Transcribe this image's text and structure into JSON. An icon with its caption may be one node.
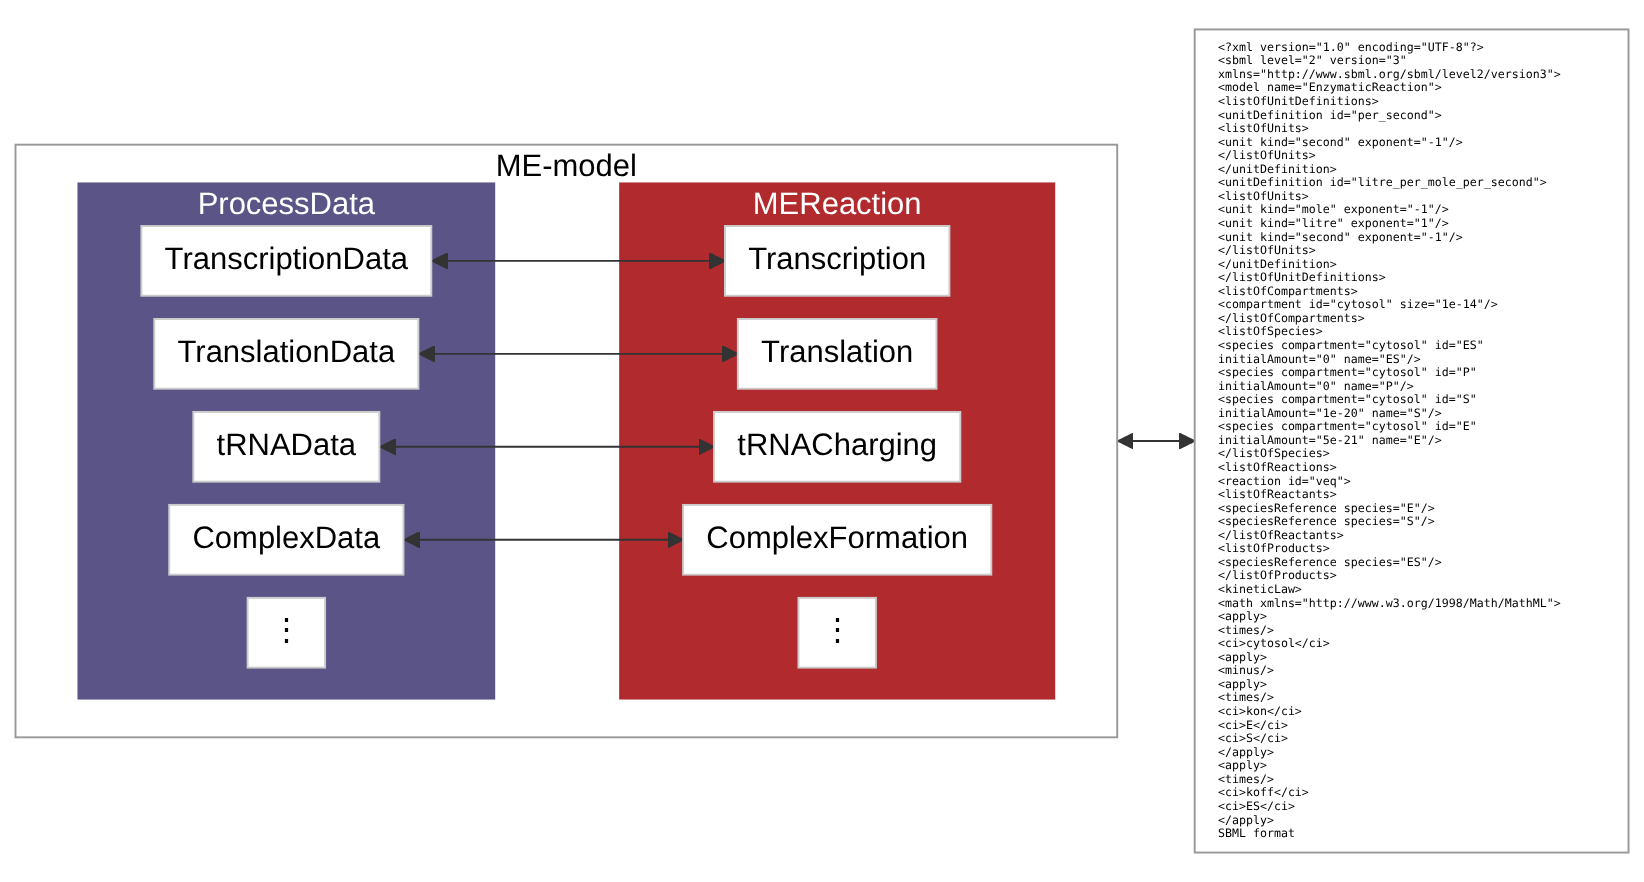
{
  "diagram": {
    "nodes": [
      {
        "text": [
          "ME-model"
        ]
      },
      {
        "text": [
          "ProcessData"
        ],
        "in": 0
      },
      {
        "text": [
          "TranscriptionData"
        ],
        "in": 1
      },
      {
        "text": [
          "TranslationData"
        ],
        "in": 1
      },
      {
        "text": [
          "tRNAData"
        ],
        "in": 1
      },
      {
        "text": [
          "ComplexData"
        ],
        "in": 1
      },
      {
        "text": [
          "⋮"
        ],
        "in": 1
      },
      {
        "text": [
          "MEReaction"
        ],
        "in": 0
      },
      {
        "text": [
          "Transcription"
        ],
        "in": 7
      },
      {
        "text": [
          "Translation"
        ],
        "in": 7
      },
      {
        "text": [
          "tRNACharging"
        ],
        "in": 7
      },
      {
        "text": [
          "ComplexFormation"
        ],
        "in": 7
      },
      {
        "text": [
          "⋮"
        ],
        "in": 7
      },
      {
        "text": [
          "<?xml version=\"1.0\" encoding=\"UTF-8\"?>",
          "<sbml level=\"2\" version=\"3\" xmlns=\"http://www.sbml.org/sbml/level2/version3\">",
          "<model name=\"EnzymaticReaction\">",
          "<listOfUnitDefinitions>",
          "<unitDefinition id=\"per_second\">",
          "<listOfUnits>",
          "<unit kind=\"second\" exponent=\"-1\"/>",
          "</listOfUnits>",
          "</unitDefinition>",
          "<unitDefinition id=\"litre_per_mole_per_second\">",
          "<listOfUnits>",
          "<unit kind=\"mole\" exponent=\"-1\"/>",
          "<unit kind=\"litre\" exponent=\"1\"/>",
          "<unit kind=\"second\" exponent=\"-1\"/>",
          "</listOfUnits>",
          "</unitDefinition>",
          "</listOfUnitDefinitions>",
          "<listOfCompartments>",
          "<compartment id=\"cytosol\" size=\"1e-14\"/>",
          "</listOfCompartments>",
          "<listOfSpecies>",
          "<species compartment=\"cytosol\" id=\"ES\" initialAmount=\"0\" name=\"ES\"/>",
          "<species compartment=\"cytosol\" id=\"P\" initialAmount=\"0\" name=\"P\"/>",
          "<species compartment=\"cytosol\" id=\"S\" initialAmount=\"1e-20\" name=\"S\"/>",
          "<species compartment=\"cytosol\" id=\"E\" initialAmount=\"5e-21\" name=\"E\"/>",
          "</listOfSpecies>",
          "<listOfReactions>",
          "<reaction id=\"veq\">",
          "<listOfReactants>",
          "<speciesReference species=\"E\"/>",
          "<speciesReference species=\"S\"/>",
          "</listOfReactants>",
          "<listOfProducts>",
          "<speciesReference species=\"ES\"/>",
          "</listOfProducts>",
          "<kineticLaw>",
          "<math xmlns=\"http://www.w3.org/1998/Math/MathML\">",
          "<apply>",
          "<times/>",
          "<ci>cytosol</ci>",
          "<apply>",
          "<minus/>",
          "<apply>",
          "<times/>",
          "<ci>kon</ci>",
          "<ci>E</ci>",
          "<ci>S</ci>",
          "</apply>",
          "<apply>",
          "<times/>",
          "<ci>koff</ci>",
          "<ci>ES</ci>",
          "</apply>",
          "SBML format"
        ]
      }
    ],
    "edges": [
      {
        "from": 2,
        "to": 8,
        "arrow": "both"
      },
      {
        "from": 3,
        "to": 9,
        "arrow": "both"
      },
      {
        "from": 4,
        "to": 10,
        "arrow": "both"
      },
      {
        "from": 5,
        "to": 11,
        "arrow": "both"
      },
      {
        "from": 0,
        "to": 13,
        "arrow": "both"
      }
    ]
  }
}
